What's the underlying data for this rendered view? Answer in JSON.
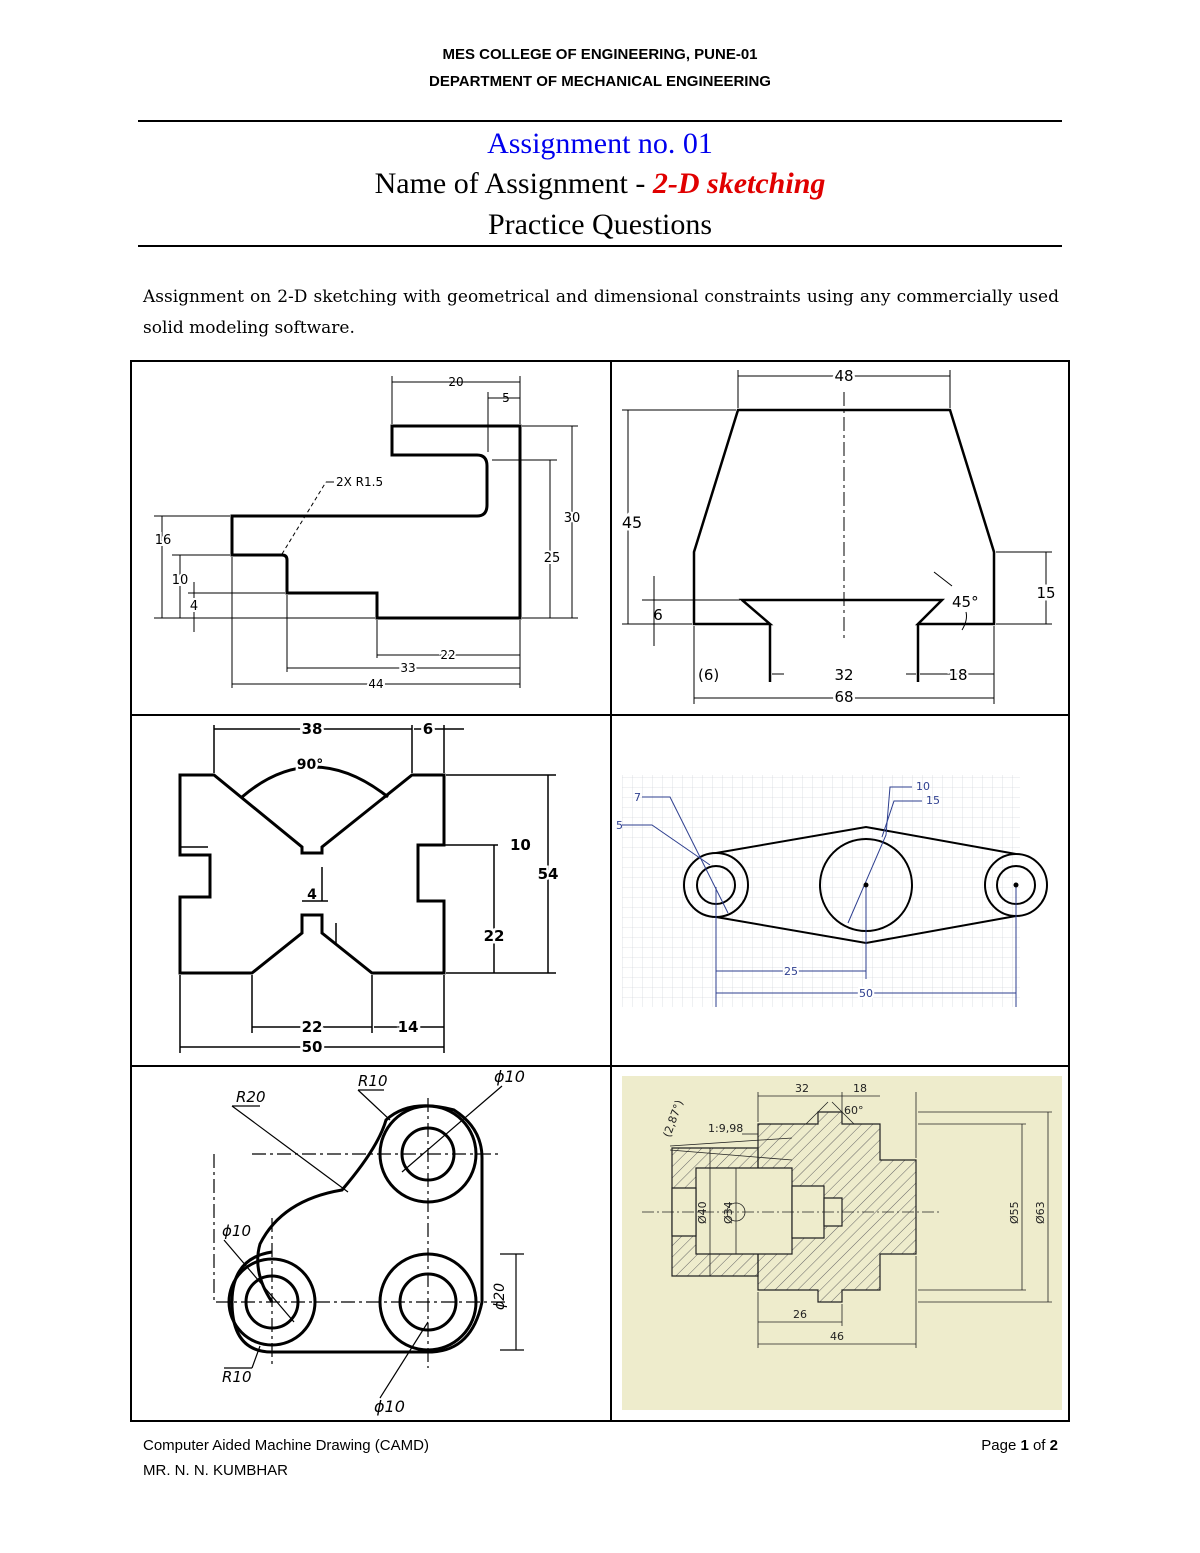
{
  "header": {
    "college": "MES COLLEGE OF ENGINEERING, PUNE-01",
    "department": "DEPARTMENT OF MECHANICAL ENGINEERING"
  },
  "title": {
    "assignment_no": "Assignment no. 01",
    "name_prefix": "Name of Assignment - ",
    "name_topic": "2-D sketching",
    "subtitle": "Practice Questions"
  },
  "intro": "Assignment on 2-D sketching with geometrical and dimensional constraints using any commercially used solid modeling software.",
  "figures": {
    "fig1": {
      "d20": "20",
      "d5": "5",
      "fillet": "2X R1.5",
      "d30": "30",
      "d25": "25",
      "d16": "16",
      "d10": "10",
      "d4": "4",
      "d22": "22",
      "d33": "33",
      "d44": "44"
    },
    "fig2": {
      "d48": "48",
      "d45": "45",
      "d15": "15",
      "d6": "6",
      "angle": "45°",
      "d6ref": "(6)",
      "d32": "32",
      "d18": "18",
      "d68": "68"
    },
    "fig3": {
      "d38": "38",
      "d6": "6",
      "angle": "90°",
      "d10": "10",
      "d54": "54",
      "d4": "4",
      "d22v": "22",
      "d22": "22",
      "d14": "14",
      "d50": "50"
    },
    "fig4": {
      "d10": "10",
      "d15": "15",
      "d7": "7",
      "d5": "5",
      "d25": "25",
      "d50": "50"
    },
    "fig5": {
      "r20": "R20",
      "r10a": "R10",
      "phi10a": "ϕ10",
      "phi10b": "ϕ10",
      "phi20": "ϕ20",
      "r10b": "R10",
      "phi10c": "ϕ10"
    },
    "fig6": {
      "d32": "32",
      "d18": "18",
      "angle": "60°",
      "taper": "(2,87°)",
      "ratio": "1:9,98",
      "d40": "Ø40",
      "d34": "Ø34",
      "d55": "Ø55",
      "d63": "Ø63",
      "d26": "26",
      "d46": "46"
    }
  },
  "footer": {
    "course": "Computer Aided Machine Drawing (CAMD)",
    "author": "MR. N. N. KUMBHAR",
    "page_label": "Page ",
    "page_num": "1",
    "page_of": " of ",
    "page_total": "2"
  }
}
